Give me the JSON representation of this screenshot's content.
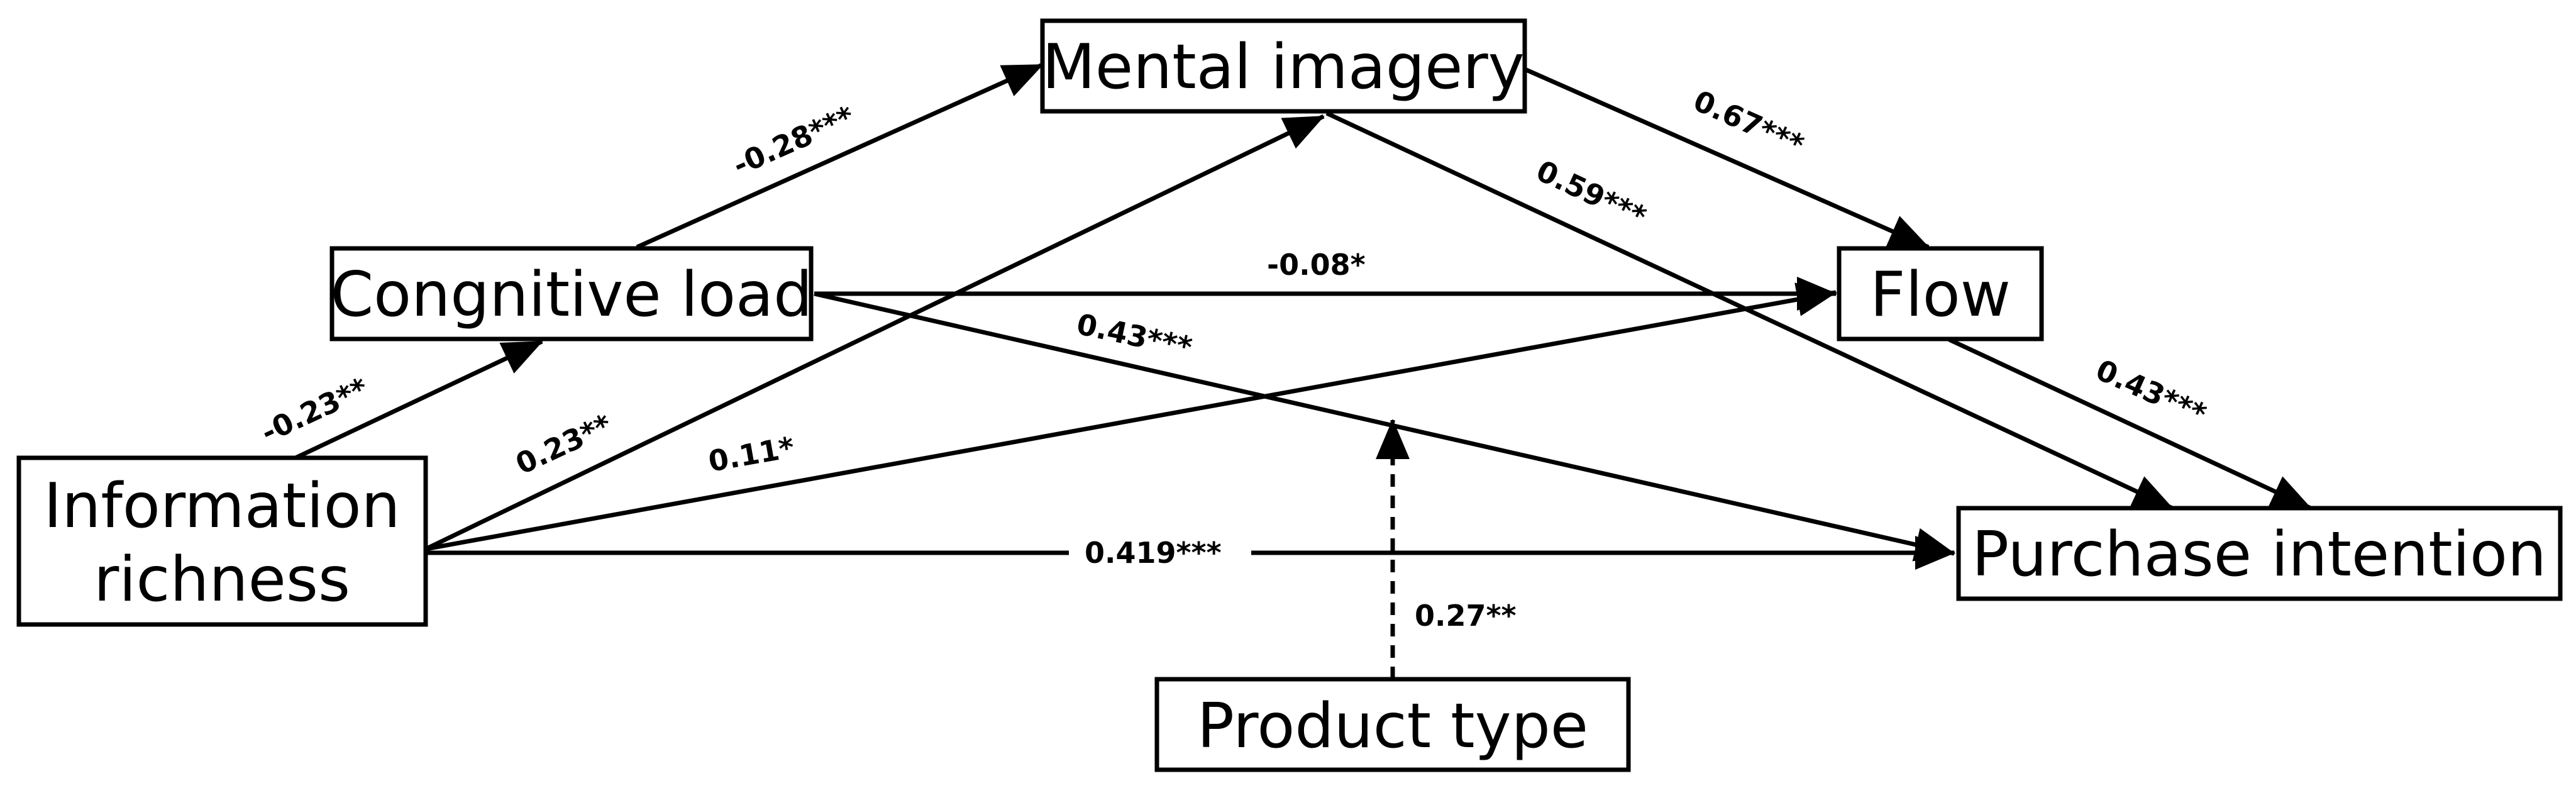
{
  "nodes": {
    "mental_imagery": "Mental imagery",
    "cognitive_load": "Congnitive load",
    "flow": "Flow",
    "information_richness": [
      "Information",
      "richness"
    ],
    "purchase_intention": "Purchase intention",
    "product_type": "Product type"
  },
  "edges": {
    "ir_to_cl": "-0.23**",
    "cl_to_mi": "-0.28***",
    "mi_to_flow": "0.67***",
    "mi_to_pi": "0.59***",
    "cl_to_flow": "-0.08*",
    "cl_to_pi": "0.43***",
    "flow_to_pi": "0.43***",
    "ir_to_mi": "0.23**",
    "ir_to_flow": "0.11*",
    "ir_to_pi": "0.419***",
    "pt_moderation": "0.27**"
  },
  "colors": {
    "stroke": "#000000",
    "background": "#ffffff"
  }
}
